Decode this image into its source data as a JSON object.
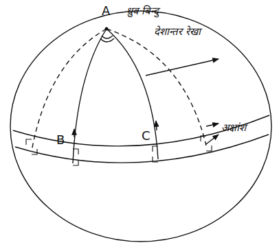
{
  "diagram": {
    "labels": [
      "A",
      "ध्रुव बिन्दु",
      "देशान्तर रेखा",
      "अक्षांश",
      "B",
      "C"
    ]
  }
}
